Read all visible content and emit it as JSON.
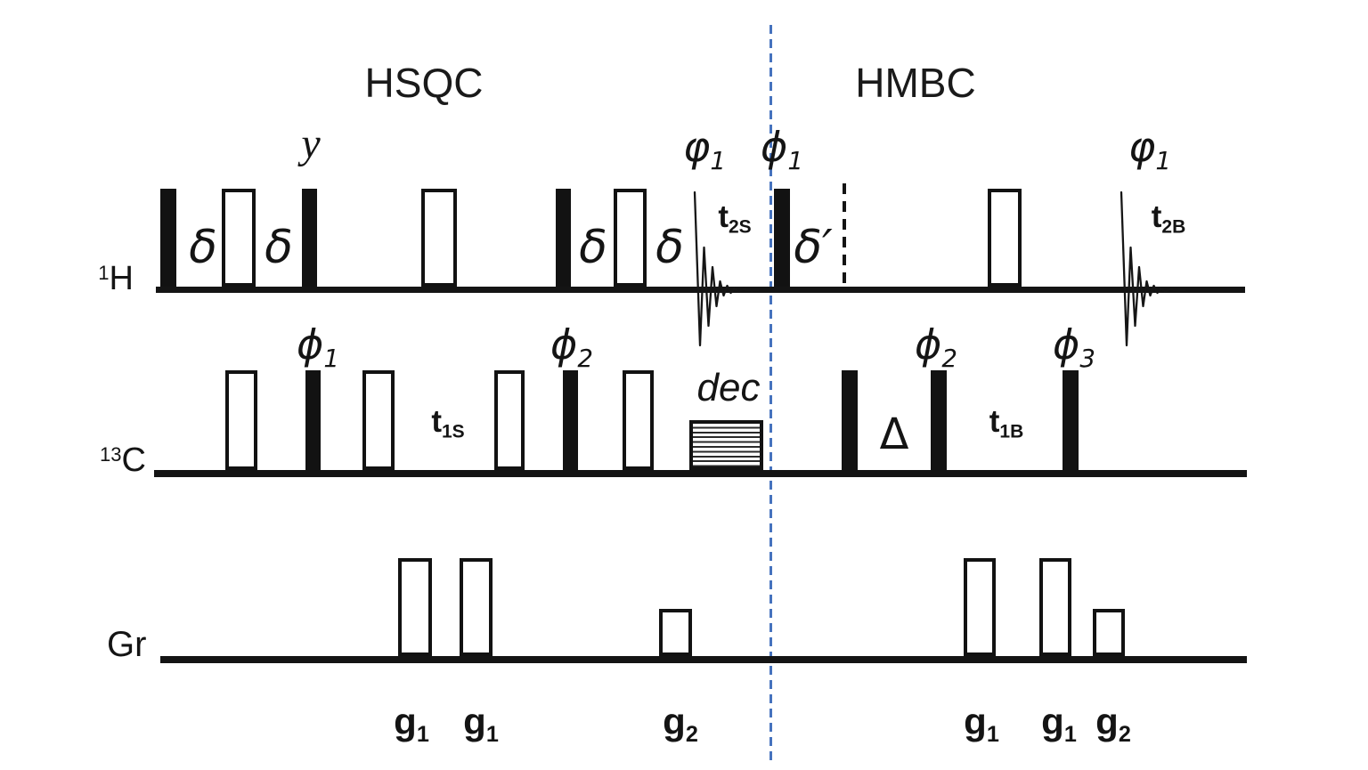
{
  "colors": {
    "ink": "#141414",
    "divider_blue": "#4673BE",
    "background": "#ffffff"
  },
  "titles": {
    "hsqc": "HSQC",
    "hmbc": "HMBC"
  },
  "channels": {
    "h1": {
      "sup": "1",
      "letter": "H"
    },
    "c13": {
      "sup": "13",
      "letter": "C"
    },
    "gr": {
      "letter": "Gr"
    }
  },
  "labels": {
    "delta": "δ",
    "delta_prime": "δ′",
    "y_phase": "y",
    "dec": "dec",
    "mixing_delay": "Δ",
    "phi_acq": {
      "main": "φ",
      "sub": "1"
    },
    "phi_1": {
      "main": "ϕ",
      "sub": "1"
    },
    "phi_2": {
      "main": "ϕ",
      "sub": "2"
    },
    "phi_3": {
      "main": "ϕ",
      "sub": "3"
    },
    "t_2S": {
      "main": "t",
      "sub": "2S"
    },
    "t_2B": {
      "main": "t",
      "sub": "2B"
    },
    "t_1S": {
      "main": "t",
      "sub": "1S"
    },
    "t_1B": {
      "main": "t",
      "sub": "1B"
    },
    "g_1": {
      "main": "g",
      "sub": "1"
    },
    "g_2": {
      "main": "g",
      "sub": "2"
    }
  }
}
